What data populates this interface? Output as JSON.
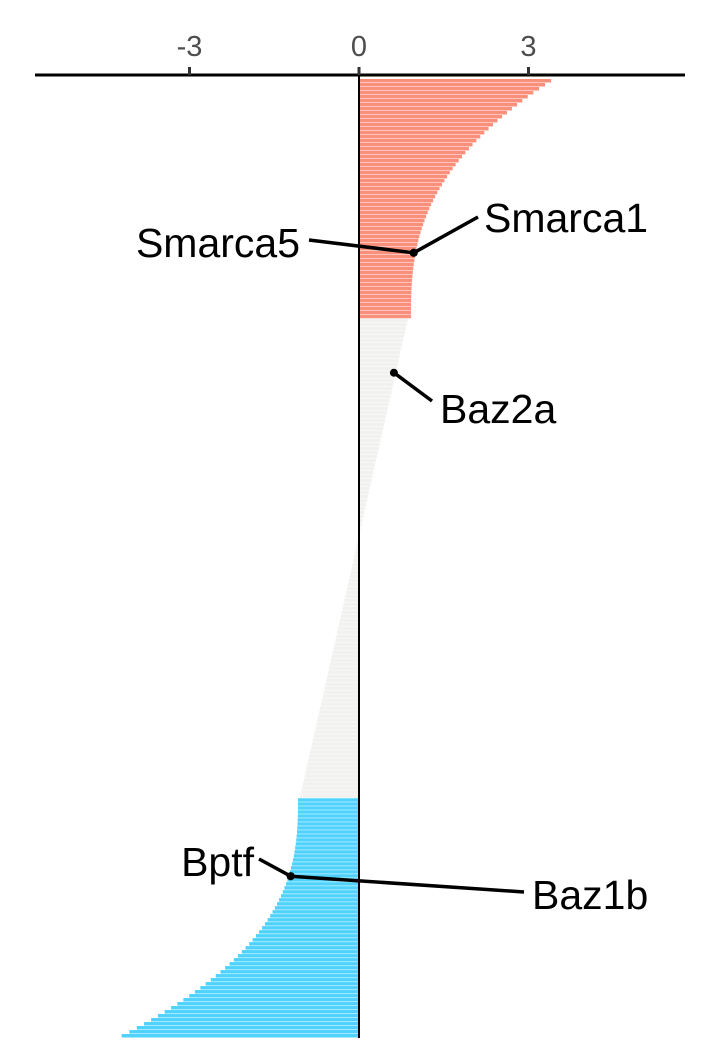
{
  "chart_data": {
    "type": "bar",
    "orientation": "horizontal",
    "xlim": [
      -5.8,
      5.8
    ],
    "x_ticks": [
      {
        "value": -3,
        "label": "-3"
      },
      {
        "value": 0,
        "label": "0"
      },
      {
        "value": 3,
        "label": "3"
      }
    ],
    "axis_position": "top",
    "grid": false,
    "legend": "none",
    "colors": {
      "up": "#fa8f7b",
      "neutral": "#f1f1ef",
      "down": "#4fd3fc",
      "axis": "#000000"
    },
    "bar_count": 240,
    "up_count": 60,
    "down_count": 60,
    "max_value": 3.4,
    "min_value": -4.2,
    "highlights": [
      {
        "label": "Smarca1",
        "value": 1.2,
        "rank": 43
      },
      {
        "label": "Smarca5",
        "value": 1.2,
        "rank": 43
      },
      {
        "label": "Baz2a",
        "value": 0.8,
        "rank": 73
      },
      {
        "label": "Bptf",
        "value": -1.2,
        "rank": 199
      },
      {
        "label": "Baz1b",
        "value": -1.2,
        "rank": 199
      }
    ]
  }
}
